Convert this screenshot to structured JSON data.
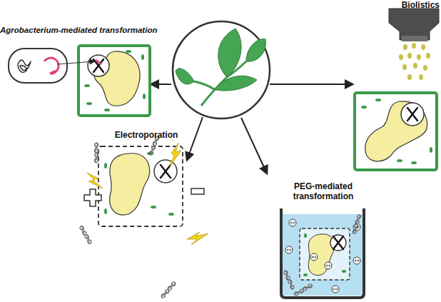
{
  "diagram": {
    "nodes": [
      {
        "text": [
          "Agrobacterium-mediated transformation"
        ]
      },
      {
        "text": [
          "Biolistics"
        ]
      },
      {
        "text": [
          "Electroporation"
        ]
      },
      {
        "text": [
          "PEG-mediated transformation"
        ]
      }
    ]
  }
}
